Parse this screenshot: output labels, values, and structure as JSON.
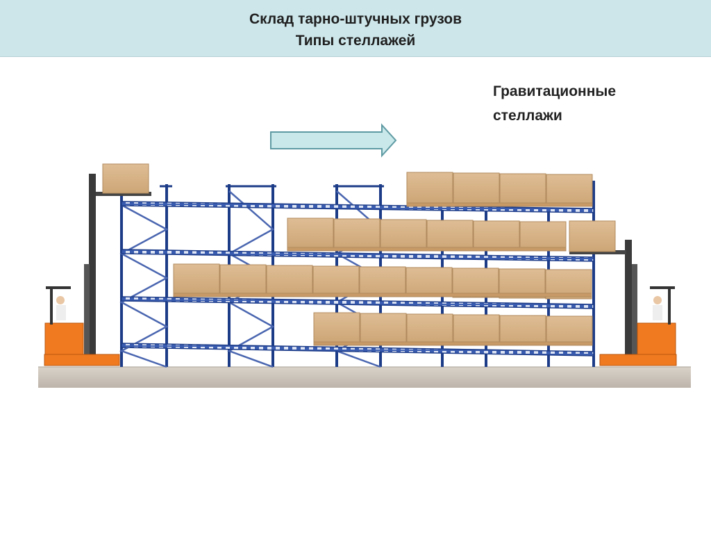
{
  "header": {
    "title_line1": "Склад тарно-штучных грузов",
    "title_line2": "Типы  стеллажей"
  },
  "diagram": {
    "label_line1": "Гравитационные",
    "label_line2": "стеллажи",
    "arrow_icon": "right-arrow-icon",
    "colors": {
      "header_bg": "#cde6ea",
      "arrow_fill": "#c9e8ea",
      "arrow_stroke": "#5e9aa3",
      "frame": "#1d3c88",
      "box": "#d9b48a",
      "forklift": "#f07a1f",
      "floor": "#c9c2b8"
    }
  }
}
